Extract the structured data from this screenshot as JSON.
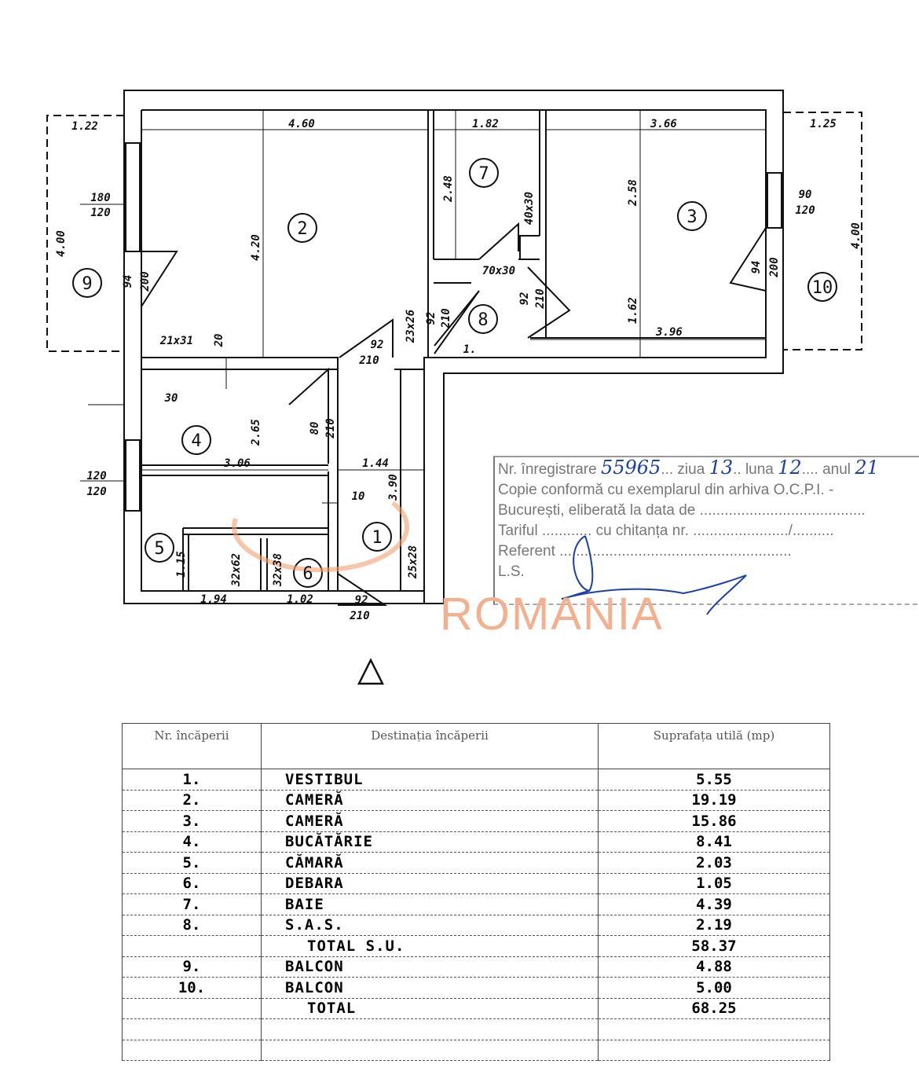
{
  "plan": {
    "rooms": [
      "1",
      "2",
      "3",
      "4",
      "5",
      "6",
      "7",
      "8",
      "9",
      "10"
    ],
    "dims": {
      "d_122": "1.22",
      "d_460": "4.60",
      "d_182": "1.82",
      "d_366": "3.66",
      "d_125": "1.25",
      "d_180_120": "180",
      "d_120a": "120",
      "d_400l": "4.00",
      "d_420": "4.20",
      "d_248": "2.48",
      "d_40x30": "40x30",
      "d_258": "2.58",
      "d_90": "90",
      "d_120b": "120",
      "d_400r": "4.00",
      "d_94a": "94",
      "d_200a": "200",
      "d_70x30": "70x30",
      "d_92a": "92",
      "d_210a": "210",
      "d_162": "1.62",
      "d_94b": "94",
      "d_200b": "200",
      "d_21x31": "21x31",
      "d_20": "20",
      "d_23x26": "23x26",
      "d_92b": "92",
      "d_210b": "210",
      "d_92c": "92",
      "d_210c": "210",
      "d_396": "3.96",
      "d_1": "1.",
      "d_30": "30",
      "d_80": "80",
      "d_210d": "210",
      "d_265": "2.65",
      "d_306": "3.06",
      "d_144": "1.44",
      "d_120c": "120",
      "d_120d": "120",
      "d_390": "3.90",
      "d_10": "10",
      "d_115": "1.15",
      "d_32x62": "32x62",
      "d_32x38": "32x38",
      "d_25x28": "25x28",
      "d_194": "1.94",
      "d_102": "1.02",
      "d_92d": "92",
      "d_210e": "210"
    }
  },
  "stamp": {
    "line1_label": "Nr. înregistrare",
    "reg_no": "55965",
    "day_label": "ziua",
    "day": "13",
    "month_label": "luna",
    "month": "12",
    "year_label": "anul",
    "year": "21",
    "line2": "Copie conformă cu exemplarul din arhiva O.C.P.I. -",
    "line3": "București, eliberată la data de ........................................",
    "line4": "Tariful ............ cu chitanța nr. ......................./..........",
    "line5": "Referent ........................................................",
    "line6": "L.S.",
    "watermark": "ROMANIA"
  },
  "table": {
    "headers": [
      "Nr. încăperii",
      "Destinația încăperii",
      "Suprafața utilă (mp)"
    ],
    "rows": [
      {
        "nr": "1.",
        "name": "VESTIBUL",
        "area": "5.55"
      },
      {
        "nr": "2.",
        "name": "CAMERĂ",
        "area": "19.19"
      },
      {
        "nr": "3.",
        "name": "CAMERĂ",
        "area": "15.86"
      },
      {
        "nr": "4.",
        "name": "BUCĂTĂRIE",
        "area": "8.41"
      },
      {
        "nr": "5.",
        "name": "CĂMARĂ",
        "area": "2.03"
      },
      {
        "nr": "6.",
        "name": "DEBARA",
        "area": "1.05"
      },
      {
        "nr": "7.",
        "name": "BAIE",
        "area": "4.39"
      },
      {
        "nr": "8.",
        "name": "S.A.S.",
        "area": "2.19"
      },
      {
        "nr": "",
        "name": "TOTAL S.U.",
        "area": "58.37"
      },
      {
        "nr": "9.",
        "name": "BALCON",
        "area": "4.88"
      },
      {
        "nr": "10.",
        "name": "BALCON",
        "area": "5.00"
      },
      {
        "nr": "",
        "name": "TOTAL",
        "area": "68.25"
      },
      {
        "nr": "",
        "name": "",
        "area": ""
      },
      {
        "nr": "",
        "name": "",
        "area": ""
      }
    ]
  }
}
